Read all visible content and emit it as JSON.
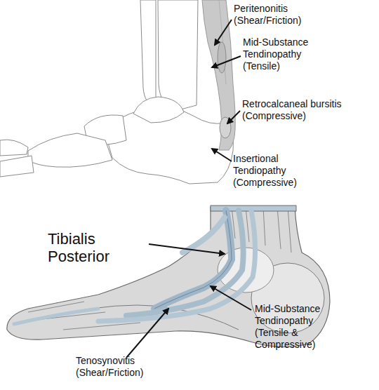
{
  "diagram": {
    "labels": [
      "Peritenonitis (Shear/Friction)",
      "Mid-Substance Tendinopathy (Tensile)",
      "Retrocalcaneal bursitis (Compressive)",
      "Insertional Tendiopathy (Compressive)",
      "Tibialis Posterior",
      "Mid-Substance Tendinopathy (Tensile & Compressive)",
      "Tenosynovitis (Shear/Friction)"
    ]
  }
}
